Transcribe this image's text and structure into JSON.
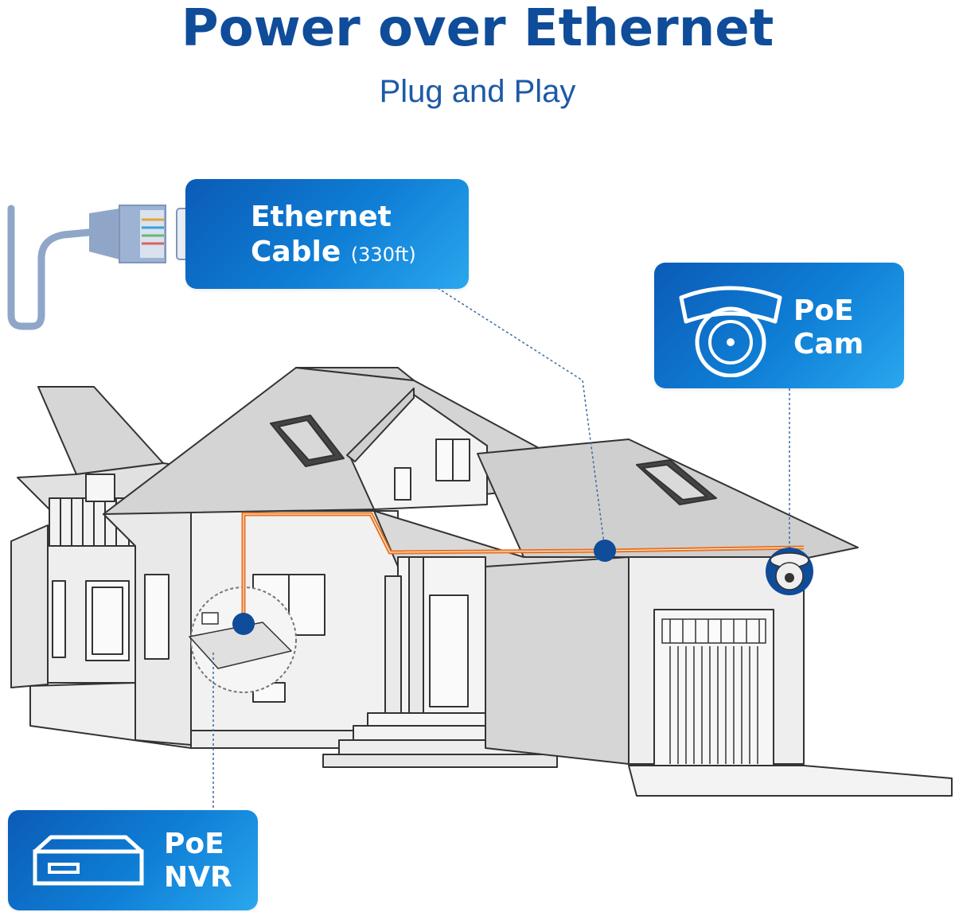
{
  "header": {
    "title": "Power over Ethernet",
    "subtitle": "Plug and Play"
  },
  "labels": {
    "ethernet": {
      "line1": "Ethernet",
      "line2": "Cable",
      "length": "(330ft)"
    },
    "camera": {
      "line1": "PoE",
      "line2": "Cam"
    },
    "nvr": {
      "line1": "PoE",
      "line2": "NVR"
    }
  },
  "icons": [
    "ethernet-plug-icon",
    "dome-camera-icon",
    "nvr-recorder-icon"
  ],
  "colors": {
    "primary_blue": "#0f4c9a",
    "card_blue": "#0f7fd6",
    "cable_orange": "#e8731f",
    "node_blue": "#0f4c9a",
    "house_roof": "#cfcfcf",
    "house_wall": "#e6e6e6"
  }
}
